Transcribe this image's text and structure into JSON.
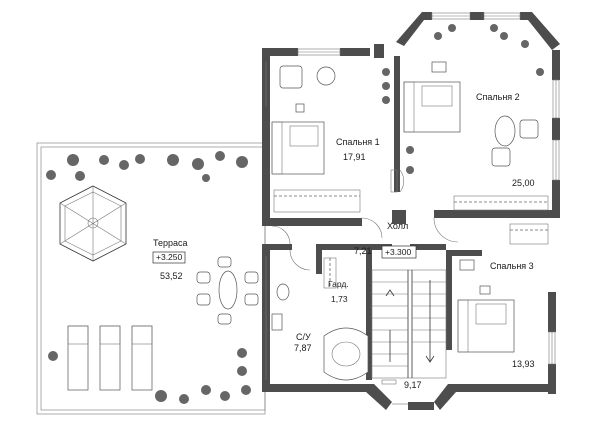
{
  "plan": {
    "colors": {
      "wall": "#4d4d4d",
      "line": "#777777",
      "furniture": "#555555"
    },
    "rooms": [
      {
        "id": "bedroom1",
        "name": "Спальня 1",
        "area": "17,91"
      },
      {
        "id": "bedroom2",
        "name": "Спальня 2",
        "area": "25,00"
      },
      {
        "id": "bedroom3",
        "name": "Спальня 3",
        "area": "13,93"
      },
      {
        "id": "hall",
        "name": "Холл",
        "area": "7,21",
        "level": "+3.300"
      },
      {
        "id": "terrace",
        "name": "Терраса",
        "level": "+3.250",
        "area": "53,52"
      },
      {
        "id": "wardrobe",
        "name": "Гард.",
        "area": "1,73"
      },
      {
        "id": "bathroom",
        "name": "С/У",
        "area": "7,87"
      },
      {
        "id": "stair",
        "area": "9,17"
      }
    ]
  }
}
